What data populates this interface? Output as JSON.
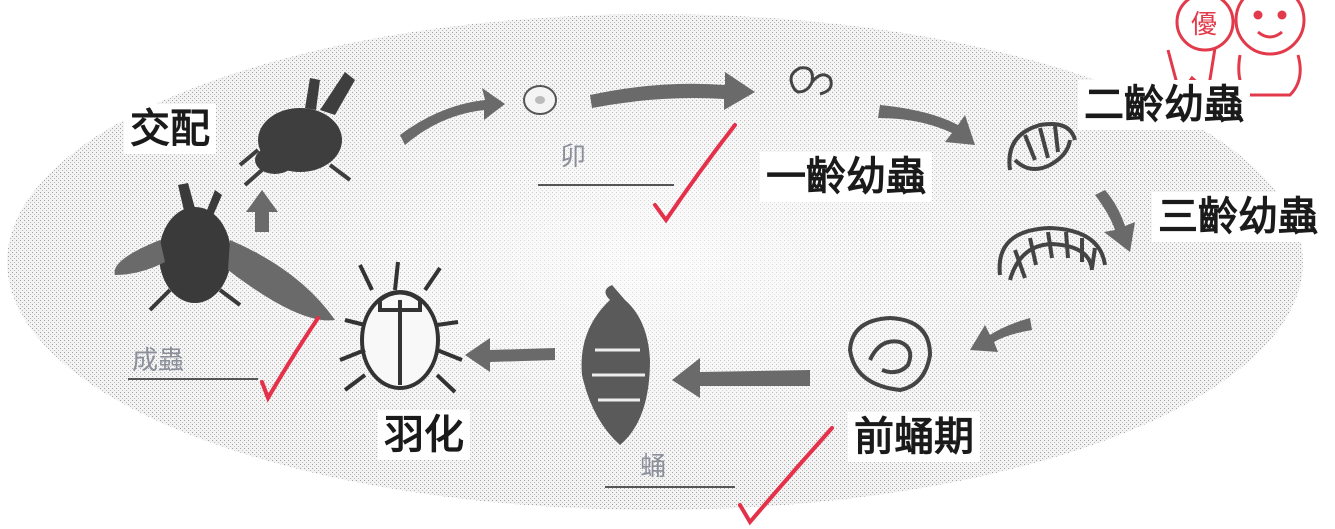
{
  "stages": {
    "mating": "交配",
    "instar1": "一齡幼蟲",
    "instar2": "二齡幼蟲",
    "instar3": "三齡幼蟲",
    "prepupa": "前蛹期",
    "eclosion": "羽化"
  },
  "answers": {
    "egg": "卯",
    "pupa": "蛹",
    "adult": "成蟲"
  },
  "stamp": {
    "text": "優",
    "color": "#e23a4a"
  },
  "colors": {
    "ink": "#1a1a1a",
    "check": "#e5304a",
    "pencil": "#8a8f9a"
  }
}
